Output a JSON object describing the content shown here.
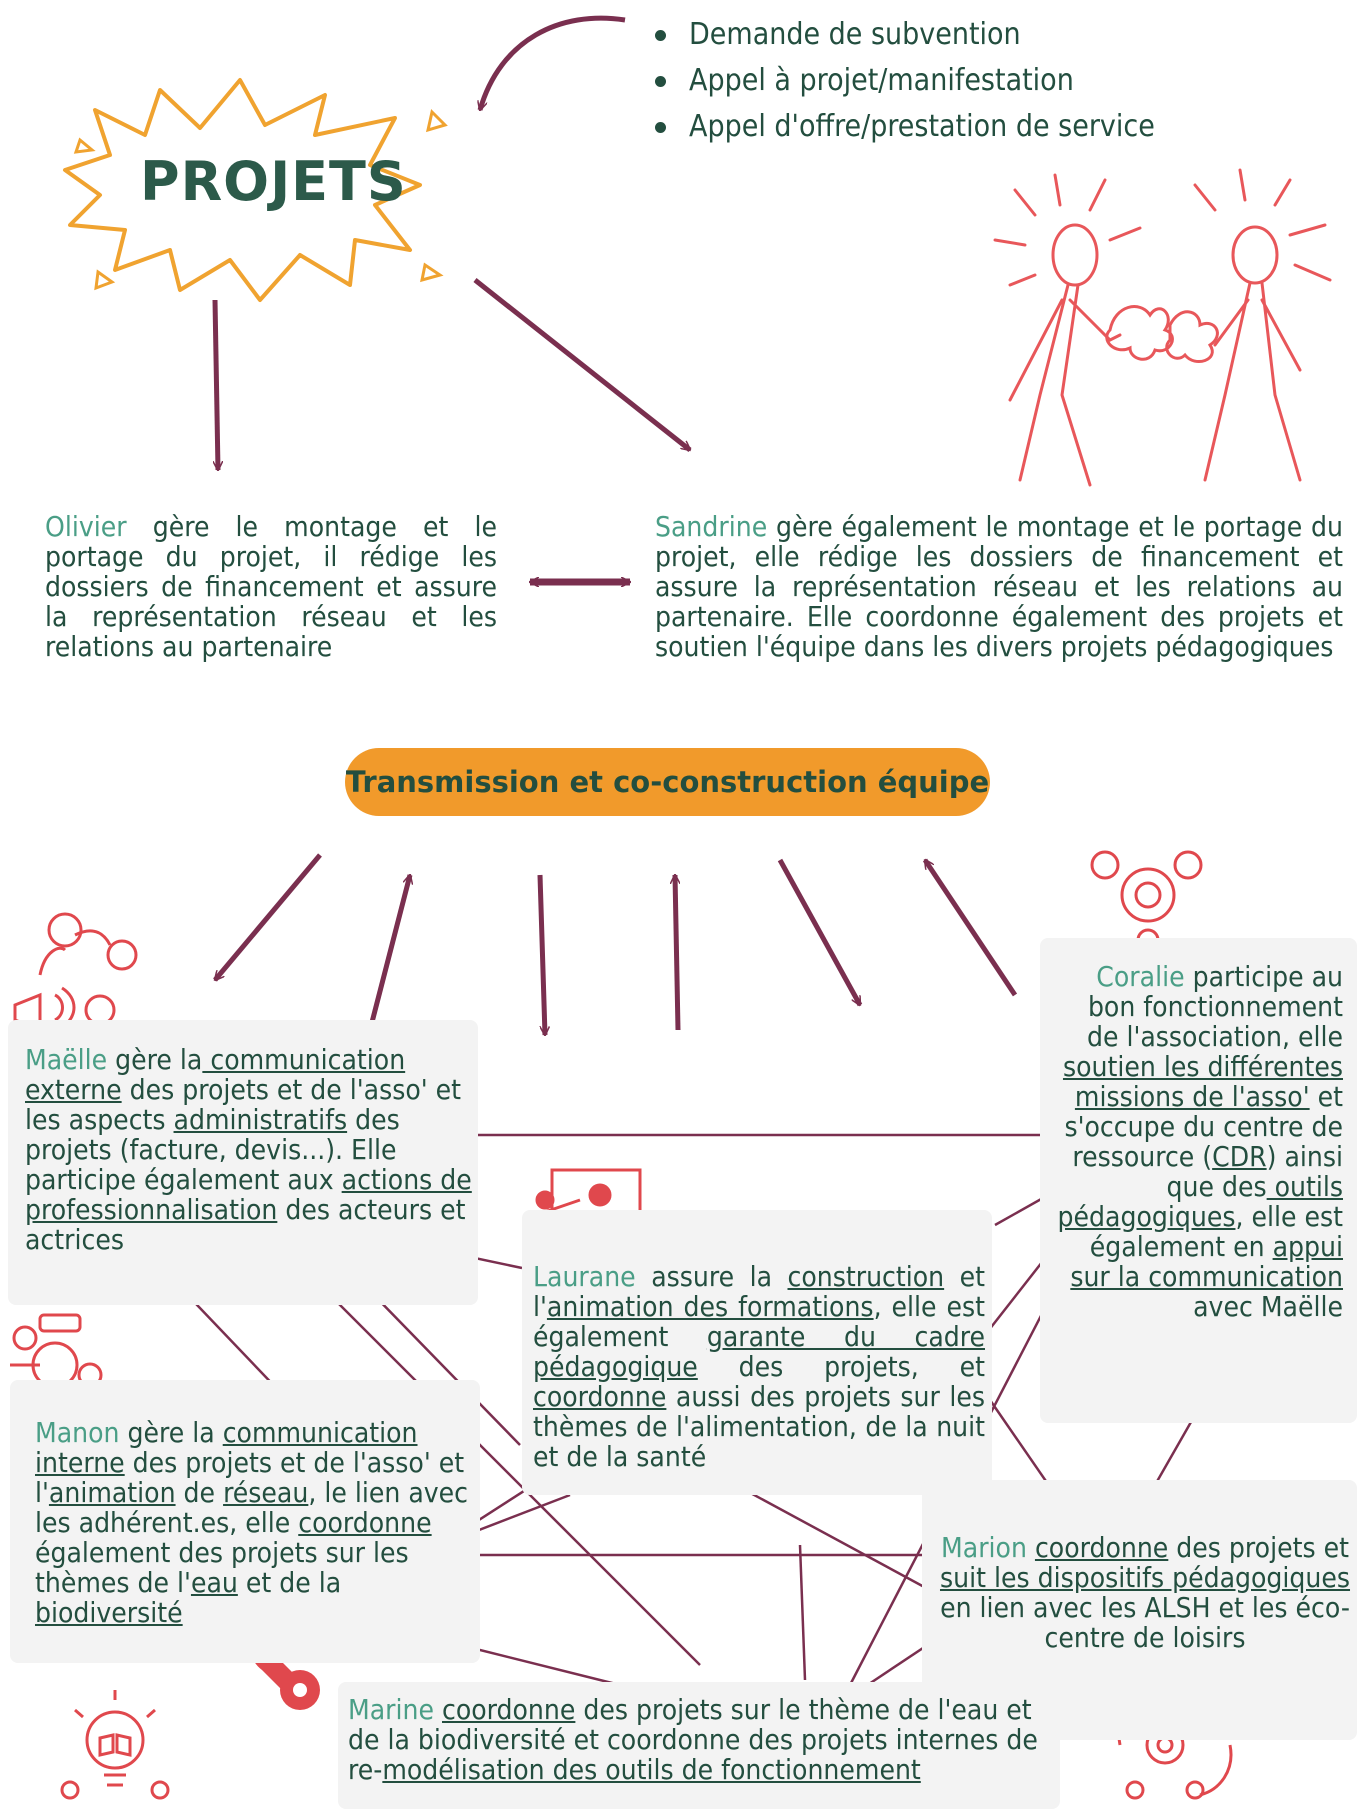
{
  "bullets": [
    "Demande de subvention",
    "Appel à projet/manifestation",
    "Appel d'offre/prestation de service"
  ],
  "title": "PROJETS",
  "olivier": {
    "name": "Olivier",
    "text": " gère le montage et le portage du projet, il rédige les dossiers de financement et assure la représentation réseau et les relations au partenaire"
  },
  "sandrine": {
    "name": "Sandrine",
    "text": " gère également le montage et le portage du projet, elle rédige les dossiers de financement et assure la représentation réseau et les relations au partenaire. Elle coordonne également des projets et soutien l'équipe dans les divers projets pédagogiques"
  },
  "transmission": "Transmission et co-construction équipe",
  "maelle": {
    "name": "Maëlle",
    "t1": " gère la",
    "u1": " communication externe",
    "t2": " des projets et de l'asso' et les aspects ",
    "u2": "administratifs",
    "t3": " des projets (facture, devis...). Elle participe également aux ",
    "u3": "actions de professionnalisation",
    "t4": " des acteurs et actrices"
  },
  "coralie": {
    "name": "Coralie",
    "t1": " participe au bon fonctionnement de l'association, elle ",
    "u1": "soutien les différentes missions de l'asso'",
    "t2": " et s'occupe du centre de ressource (",
    "u2": "CDR",
    "t3": ") ainsi que des",
    "u3": " outils pédagogiques",
    "t4": ", elle est également en ",
    "u4": "appui sur la communication",
    "t5": " avec Maëlle"
  },
  "laurane": {
    "name": "Laurane",
    "t1": " assure la ",
    "u1": "construction",
    "t2": " et l'",
    "u2": "animation des formations",
    "t3": ", elle est également ",
    "u3": "garante du cadre pédagogique",
    "t4": " des projets, et ",
    "u4": "coordonne",
    "t5": " aussi des projets sur les thèmes de l'alimentation, de la nuit et de la santé"
  },
  "manon": {
    "name": "Manon",
    "t1": " gère la ",
    "u1": "communication interne",
    "t2": " des projets et de l'asso' et l'",
    "u2": "animation",
    "t3": " de ",
    "u3": "réseau",
    "t4": ", le lien avec les adhérent.es, elle ",
    "u4": "coordonne",
    "t5": " également des projets sur les thèmes de l'",
    "u5": "eau",
    "t6": " et de la ",
    "u6": "biodiversité"
  },
  "marion": {
    "name": "Marion",
    "t1": " ",
    "u1": "coordonne",
    "t2": " des projets et ",
    "u2": "suit les dispositifs pédagogiques",
    "t3": " en lien avec les ALSH et les éco-centre de loisirs"
  },
  "marine": {
    "name": "Marine",
    "t1": " ",
    "u1": "coordonne",
    "t2": " des projets sur le thème de l'eau et de la biodiversité et coordonne des projets internes de re-",
    "u2": "modélisation des outils de fonctionnement"
  },
  "colors": {
    "ink": "#234e3f",
    "name": "#4a9e86",
    "arrow": "#7a2f4f",
    "accent": "#f19a2b",
    "icon": "#e0484d",
    "figure": "#e8575a"
  }
}
